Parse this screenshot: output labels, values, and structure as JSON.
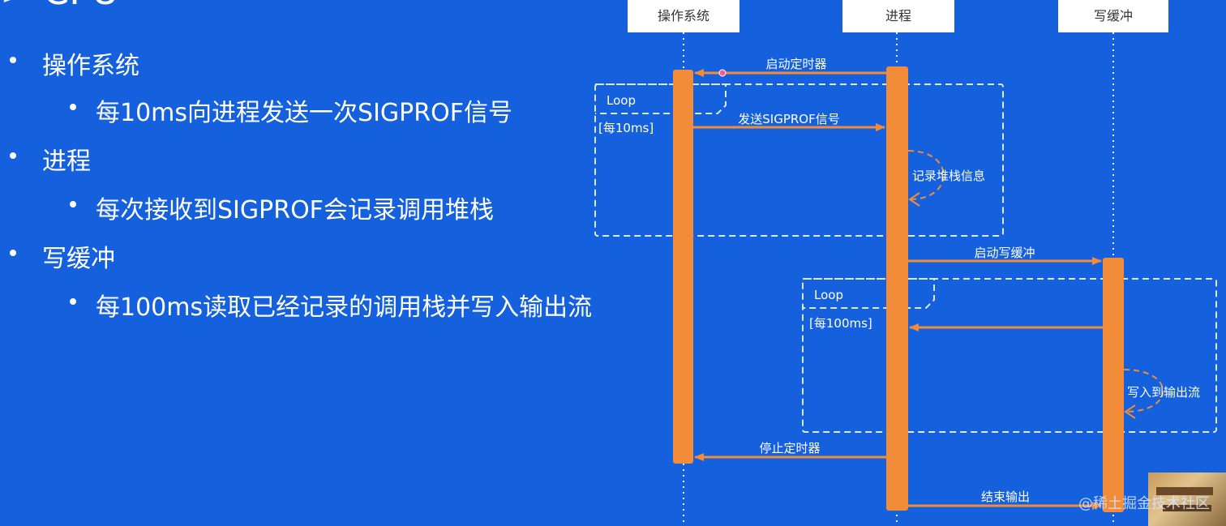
{
  "slide": {
    "title_fragment": "> CPU",
    "bullets": [
      {
        "text": "操作系统",
        "sub": "每10ms向进程发送一次SIGPROF信号"
      },
      {
        "text": "进程",
        "sub": "每次接收到SIGPROF会记录调用堆栈"
      },
      {
        "text": "写缓冲",
        "sub": "每100ms读取已经记录的调用栈并写入输出流"
      }
    ]
  },
  "diagram": {
    "participants": [
      "操作系统",
      "进程",
      "写缓冲"
    ],
    "messages": {
      "start_timer": "启动定时器",
      "send_signal": "发送SIGPROF信号",
      "record_stack": "记录堆栈信息",
      "start_write_buffer": "启动写缓冲",
      "write_output": "写入到输出流",
      "stop_timer": "停止定时器",
      "end_output": "结束输出"
    },
    "loops": [
      {
        "label": "Loop",
        "guard": "[每10ms]"
      },
      {
        "label": "Loop",
        "guard": "[每100ms]"
      }
    ],
    "colors": {
      "background": "#1560dc",
      "activation": "#f28c38",
      "arrow": "#f28c38",
      "header_box": "#ffffff",
      "loop_border": "#dde8ff",
      "text_on_blue": "#ffffff"
    }
  },
  "watermark": "@稀土掘金技术社区"
}
